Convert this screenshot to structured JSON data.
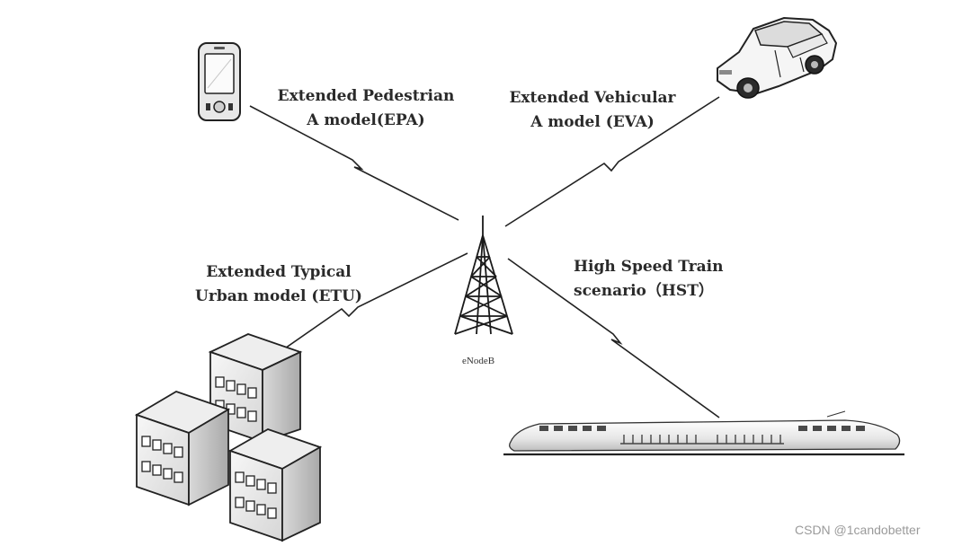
{
  "labels": {
    "epa": {
      "line1": "Extended Pedestrian",
      "line2": "A model(EPA)"
    },
    "eva": {
      "line1": "Extended Vehicular",
      "line2": "A model (EVA)"
    },
    "etu": {
      "line1": "Extended Typical",
      "line2": "Urban model (ETU)"
    },
    "hst": {
      "line1": "High Speed Train",
      "line2": "scenario（HST）"
    }
  },
  "tower_label": "eNodeB",
  "watermark": "CSDN @1candobetter",
  "icons": [
    "mobile-phone-icon",
    "car-icon",
    "buildings-icon",
    "train-icon",
    "tower-icon"
  ],
  "colors": {
    "line": "#222222",
    "fill_light": "#f4f4f4",
    "fill_mid": "#dcdcdc",
    "fill_dark": "#b8b8b8"
  }
}
